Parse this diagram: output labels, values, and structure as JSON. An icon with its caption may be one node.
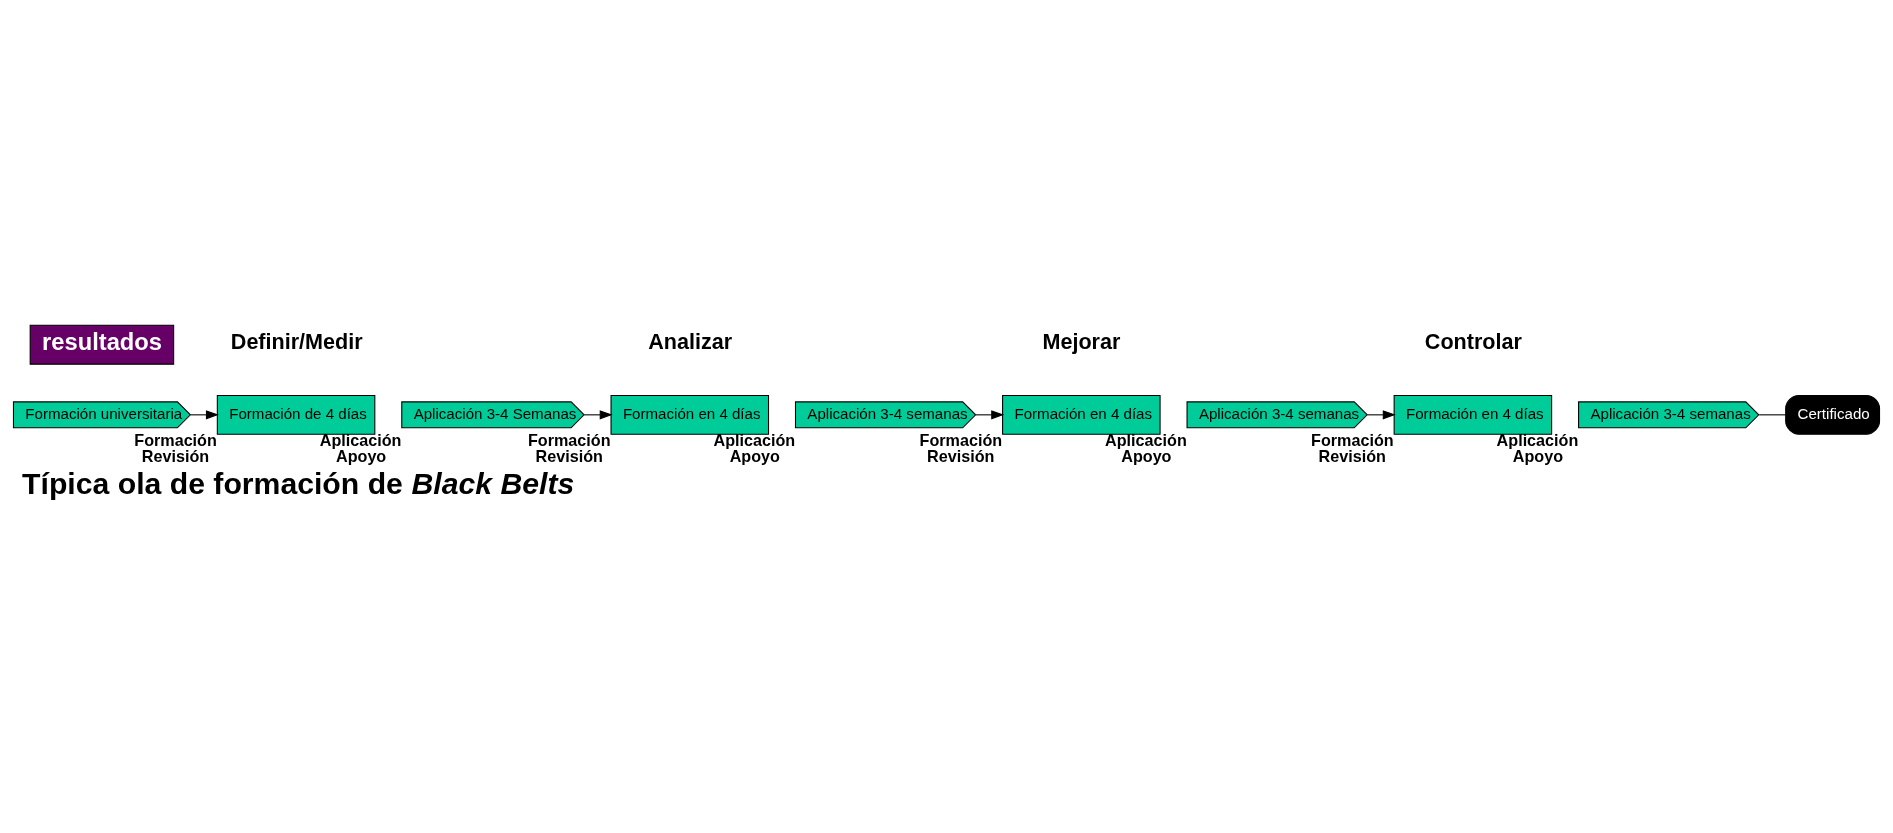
{
  "diagram": {
    "title": "Típica ola de formación de *Black Belts*",
    "nodes": [
      {
        "text": [
          "resultados"
        ]
      },
      {
        "text": [
          "Formación universitaria"
        ]
      },
      {
        "text": [
          "Formación de 4 días"
        ],
        "beside": [
          "Formación Revisión"
        ]
      },
      {
        "text": [
          "Aplicación 3-4 Semanas"
        ],
        "beside": [
          "Aplicación Apoyo"
        ]
      },
      {
        "text": [
          "Formación en 4 días"
        ],
        "beside": [
          "Formación Revisión"
        ]
      },
      {
        "text": [
          "Aplicación 3-4 semanas"
        ],
        "beside": [
          "Aplicación Apoyo"
        ]
      },
      {
        "text": [
          "Formación en 4 días"
        ],
        "beside": [
          "Formación Revisión"
        ]
      },
      {
        "text": [
          "Aplicación 3-4 semanas"
        ],
        "beside": [
          "Aplicación Apoyo"
        ]
      },
      {
        "text": [
          "Formación en 4 días"
        ],
        "beside": [
          "Formación Revisión"
        ]
      },
      {
        "text": [
          "Aplicación 3-4 semanas"
        ],
        "beside": [
          "Aplicación Apoyo"
        ]
      },
      {
        "text": [
          "Certificado"
        ]
      }
    ],
    "edges": [
      {
        "from": 1,
        "to": 2,
        "arrow": "to"
      },
      {
        "from": 3,
        "to": 4,
        "arrow": "to"
      },
      {
        "from": 5,
        "to": 6,
        "arrow": "to"
      },
      {
        "from": 7,
        "to": 8,
        "arrow": "to"
      },
      {
        "from": 9,
        "to": 10,
        "arrow": "none"
      }
    ],
    "labels": [
      "Definir/Medir",
      "Analizar",
      "Mejorar",
      "Controlar"
    ]
  }
}
